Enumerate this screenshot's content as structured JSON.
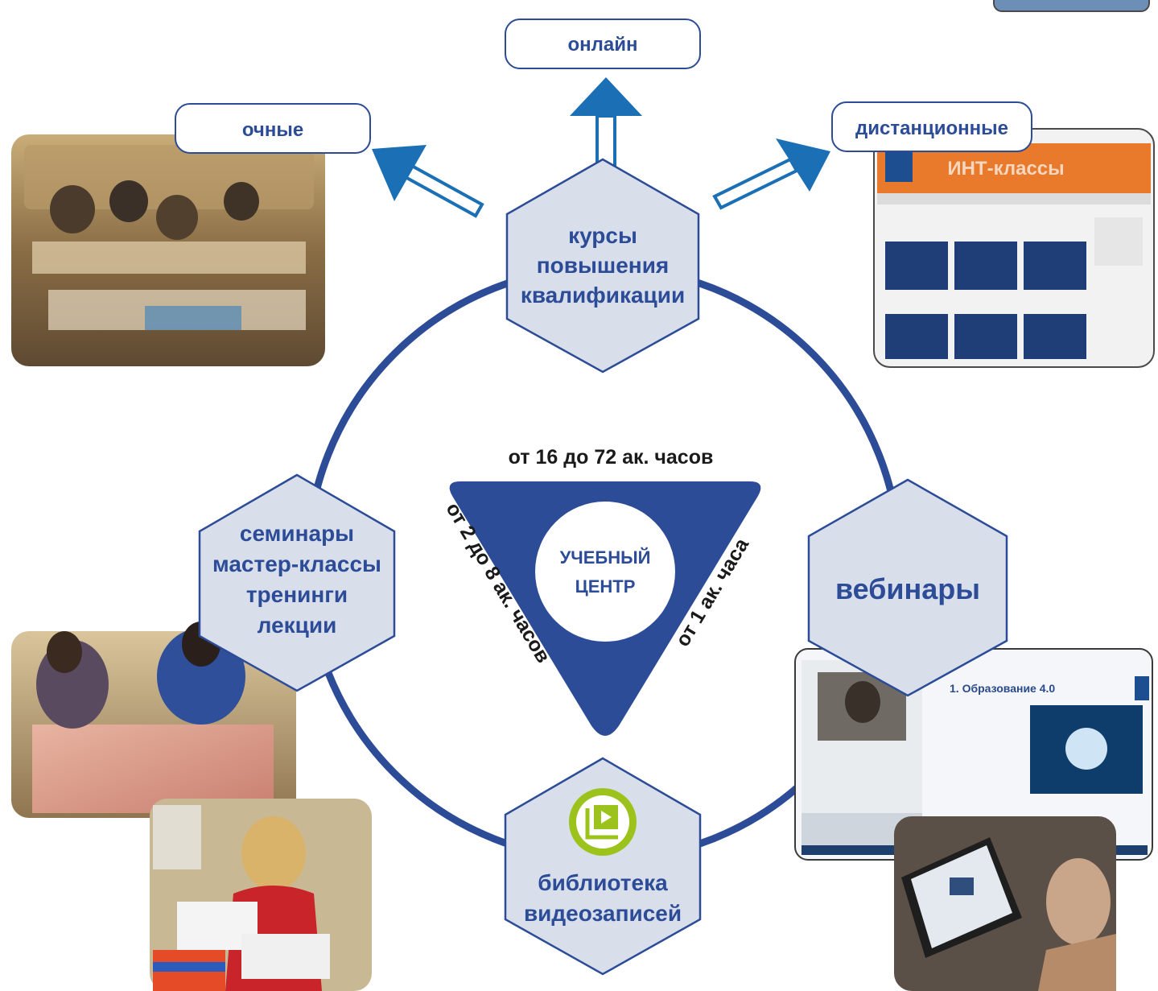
{
  "center": {
    "line1": "УЧЕБНЫЙ",
    "line2": "ЦЕНТР"
  },
  "durations": {
    "top": "от 16 до 72 ак. часов",
    "left": "от 2 до 8 ак. часов",
    "right": "от 1 ак. часа"
  },
  "hexagons": {
    "courses": [
      "курсы",
      "повышения",
      "квалификации"
    ],
    "seminars": [
      "семинары",
      "мастер-классы",
      "тренинги",
      "лекции"
    ],
    "webinars": [
      "вебинары"
    ],
    "library": [
      "библиотека",
      "видеозаписей"
    ]
  },
  "formats": {
    "fulltime": "очные",
    "online": "онлайн",
    "distance": "дистанционные"
  },
  "screenshot_title": "ИНТ-классы",
  "webinar_slide_title": "1. Образование 4.0",
  "colors": {
    "brand_blue": "#2c4c98",
    "arrow_blue": "#1a6fb5",
    "hex_fill": "#d9deeb",
    "accent_green": "#9cc31c"
  }
}
